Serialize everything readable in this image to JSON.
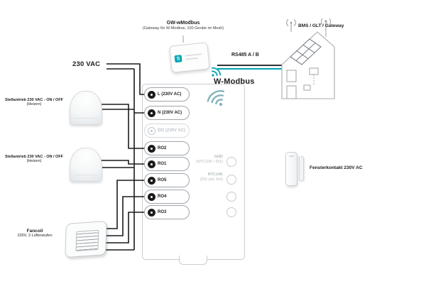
{
  "accent_color": "#00a5b5",
  "wire_color": "#1a1a1a",
  "gateway": {
    "title": "GW-wModbus",
    "subtitle": "(Gateway für W-Modbus, 100 Geräte im Mesh)",
    "logo": "S"
  },
  "labels": {
    "power": "230 VAC",
    "rs485": "RS485 A / B",
    "bms": "BMS / GLT / Gateway",
    "wmodbus": "W-Modbus",
    "window_contact": "Fensterkontakt 230V AC"
  },
  "actuators": [
    {
      "label": "Stellantrieb 230 VAC - ON / OFF",
      "sub": "(Heizen)"
    },
    {
      "label": "Stellantrieb 230 VAC - ON / OFF",
      "sub": "(Heizen)"
    }
  ],
  "fancoil": {
    "label": "Fancoil",
    "sub": "230V, 3 Lüfterstufen"
  },
  "terminals": {
    "left": [
      "L (230V AC)",
      "N (230V AC)",
      "DI2 (230V AC)",
      "RO2",
      "RO1",
      "RO5",
      "RO4",
      "RO3"
    ],
    "right": [
      {
        "label": "GND",
        "sub": "(NTC10K / DI1)"
      },
      {
        "label": "NTC10K",
        "sub": "(DI1 pot. frei)"
      },
      {
        "label": "",
        "sub": ""
      },
      {
        "label": "",
        "sub": ""
      }
    ]
  }
}
